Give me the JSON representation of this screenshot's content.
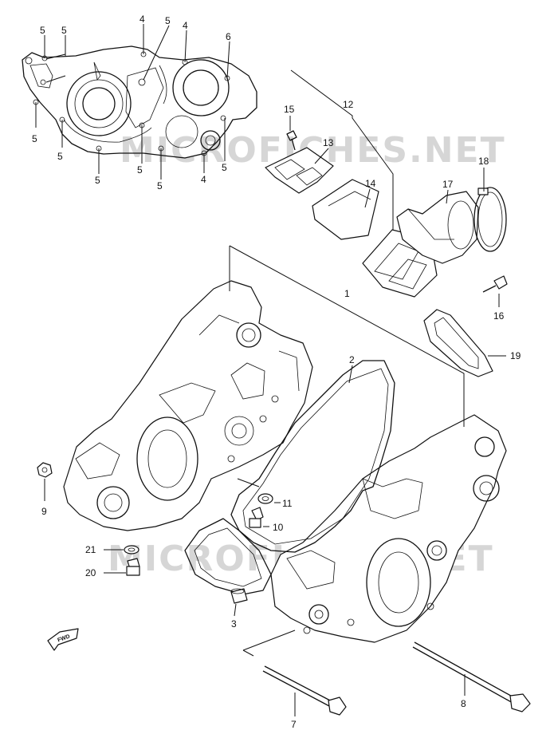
{
  "diagram": {
    "watermark_top": "MICROFICHES.NET",
    "watermark_bottom": "MICROFICHES.NET",
    "fwd_label": "FWD",
    "callouts": [
      "5",
      "5",
      "4",
      "5",
      "4",
      "6",
      "5",
      "5",
      "5",
      "5",
      "5",
      "4",
      "5",
      "12",
      "15",
      "13",
      "14",
      "17",
      "18",
      "16",
      "19",
      "1",
      "2",
      "9",
      "11",
      "10",
      "21",
      "20",
      "3",
      "8",
      "7"
    ]
  }
}
